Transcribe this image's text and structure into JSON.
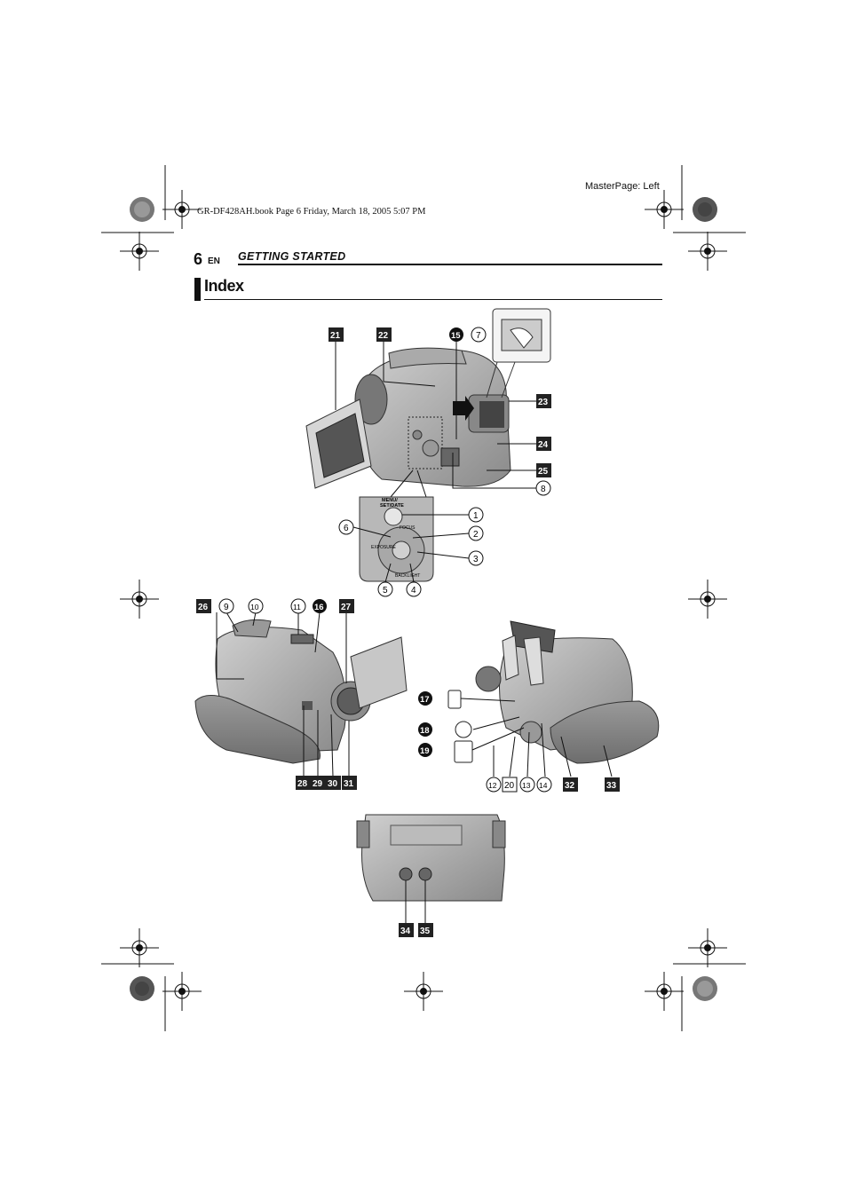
{
  "header": {
    "masterpage": "MasterPage: Left",
    "book_info": "GR-DF428AH.book  Page 6  Friday, March 18, 2005  5:07 PM"
  },
  "page": {
    "number": "6",
    "language": "EN",
    "section": "GETTING STARTED",
    "title": "Index"
  },
  "figure_labels": {
    "boxed": [
      "21",
      "22",
      "23",
      "24",
      "25",
      "26",
      "27",
      "28",
      "29",
      "30",
      "31",
      "32",
      "33",
      "34",
      "35"
    ],
    "solid_circle": [
      "15",
      "16",
      "17",
      "18",
      "19"
    ],
    "circle": [
      "1",
      "2",
      "3",
      "4",
      "5",
      "6",
      "7",
      "8",
      "9",
      "10",
      "11",
      "12",
      "13",
      "14"
    ],
    "outline_box": [
      "20"
    ]
  },
  "control_panel_text": {
    "menu": "MENU/",
    "set_date": "SET/DATE",
    "focus": "FOCUS",
    "exposure": "EXPOSURE",
    "backlight": "BACKLIGHT"
  }
}
